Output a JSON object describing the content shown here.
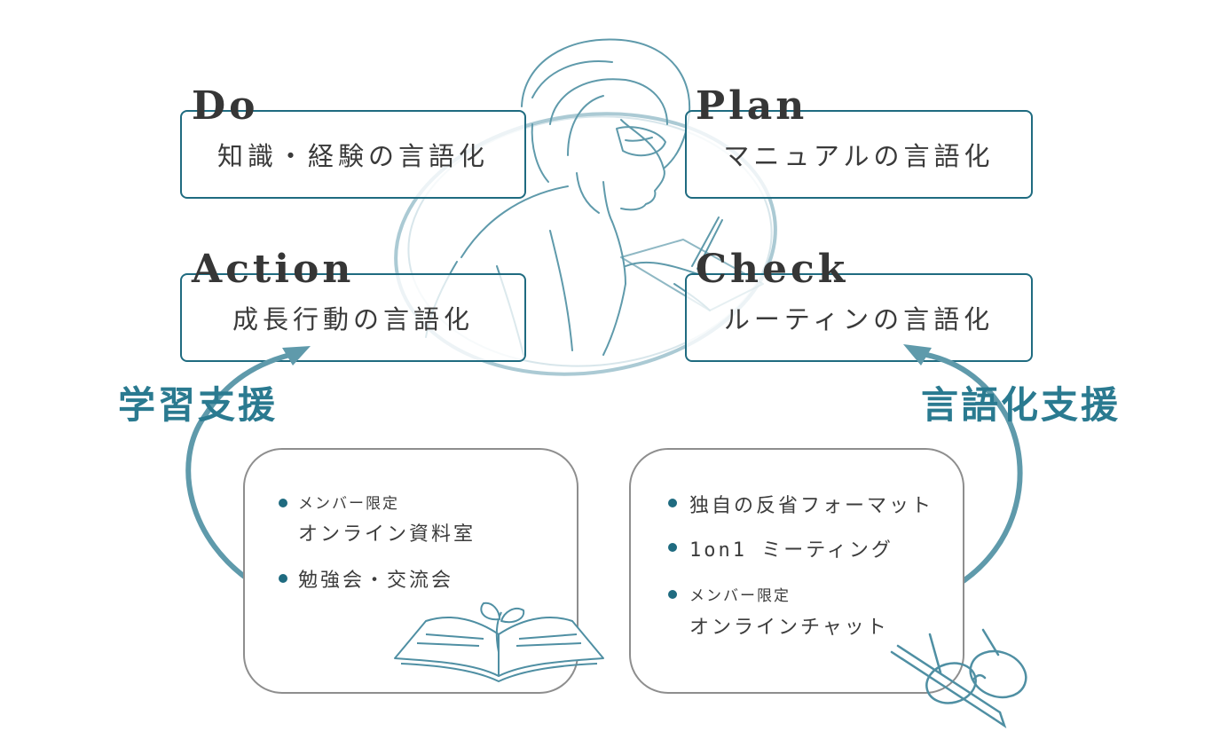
{
  "cycle": {
    "do": {
      "tag": "Do",
      "text": "知識・経験の言語化"
    },
    "plan": {
      "tag": "Plan",
      "text": "マニュアルの言語化"
    },
    "action": {
      "tag": "Action",
      "text": "成長行動の言語化"
    },
    "check": {
      "tag": "Check",
      "text": "ルーティンの言語化"
    }
  },
  "learning_support": {
    "title": "学習支援",
    "items": [
      {
        "sub": "メンバー限定",
        "main": "オンライン資料室"
      },
      {
        "main": "勉強会・交流会"
      }
    ]
  },
  "verbalization_support": {
    "title": "言語化支援",
    "items": [
      {
        "main": "独自の反省フォーマット"
      },
      {
        "main": "1on1 ミーティング"
      },
      {
        "sub": "メンバー限定",
        "main": "オンラインチャット"
      }
    ]
  },
  "colors": {
    "accent": "#1f6b80",
    "support_text": "#2a7a90",
    "sketch": "#5f9aab"
  },
  "icons": [
    "person-illustration",
    "open-book-sprout-icon",
    "glasses-pen-icon",
    "curved-arrow-icon"
  ]
}
